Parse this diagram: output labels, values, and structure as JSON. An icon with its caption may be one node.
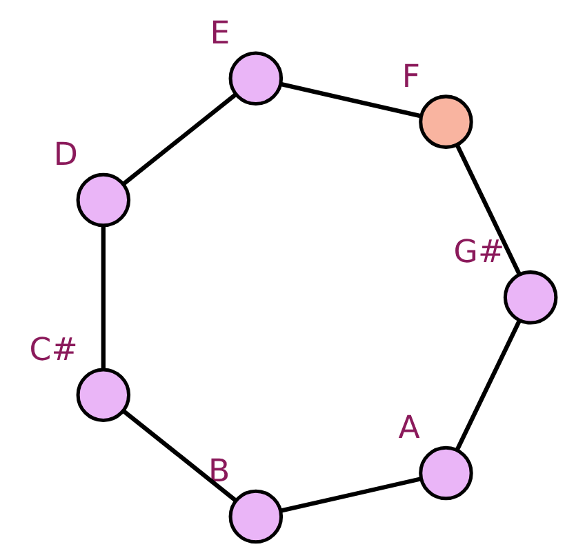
{
  "diagram": {
    "nodes": [
      {
        "text": [],
        "shape": "circle",
        "beside": [
          "A"
        ]
      },
      {
        "text": [],
        "shape": "circle",
        "beside": [
          "G#"
        ]
      },
      {
        "text": [],
        "shape": "circle",
        "beside": [
          "B"
        ]
      },
      {
        "text": [],
        "shape": "circle",
        "beside": [
          "F"
        ]
      },
      {
        "text": [],
        "shape": "circle",
        "beside": [
          "C#"
        ]
      },
      {
        "text": [],
        "shape": "circle",
        "beside": [
          "E"
        ]
      },
      {
        "text": [],
        "shape": "circle",
        "beside": [
          "D"
        ]
      }
    ],
    "edges": [
      {
        "from": 0,
        "to": 2,
        "arrow": "none"
      },
      {
        "from": 2,
        "to": 4,
        "arrow": "none"
      },
      {
        "from": 4,
        "to": 6,
        "arrow": "none"
      },
      {
        "from": 6,
        "to": 5,
        "arrow": "none"
      },
      {
        "from": 5,
        "to": 3,
        "arrow": "none"
      },
      {
        "from": 3,
        "to": 1,
        "arrow": "none"
      },
      {
        "from": 1,
        "to": 0,
        "arrow": "none"
      }
    ]
  }
}
